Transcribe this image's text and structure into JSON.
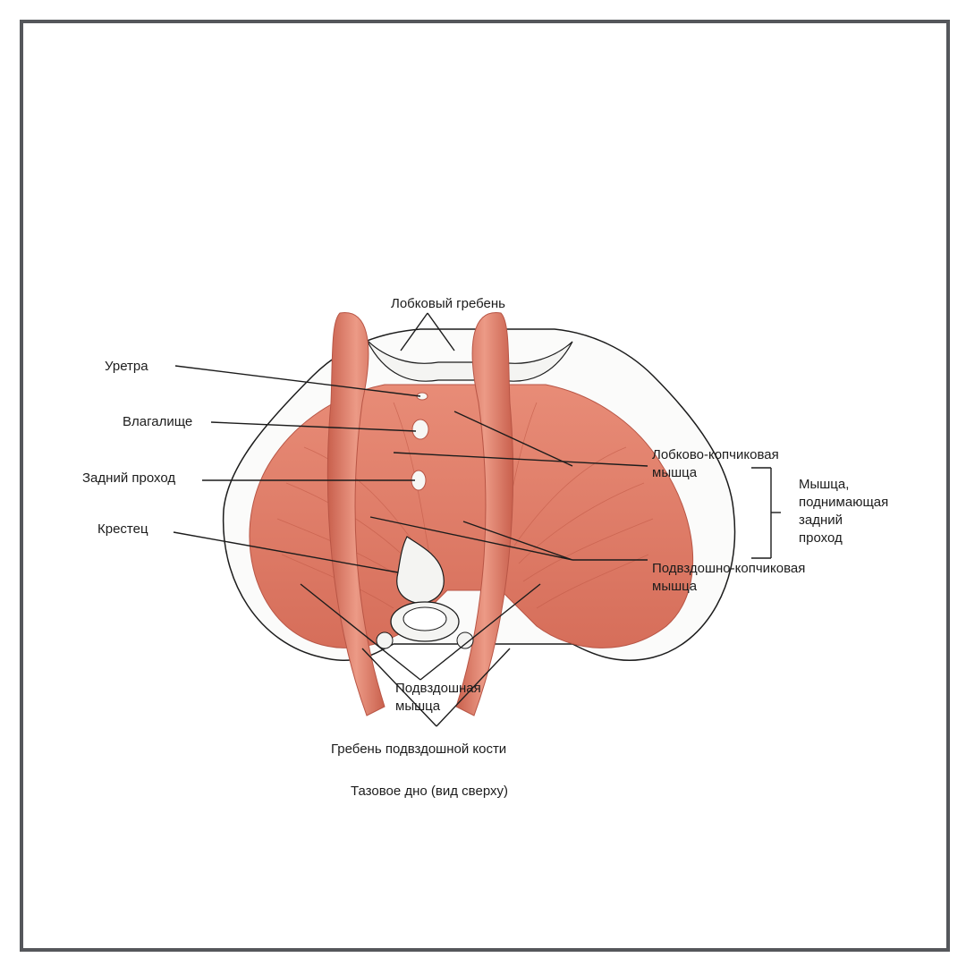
{
  "labels": {
    "pubic_crest": "Лобковый гребень",
    "urethra": "Уретра",
    "vagina": "Влагалище",
    "anus": "Задний проход",
    "sacrum": "Крестец",
    "pubococcygeus": "Лобково-копчиковая\nмышца",
    "levator_ani": "Мышца,\nподнимающая\nзадний\nпроход",
    "iliococcygeus": "Подвздошно-копчиковая\nмышца",
    "iliacus": "Подвздошная\nмышца",
    "iliac_crest": "Гребень подвздошной кости"
  },
  "caption": "Тазовое дно (вид сверху)",
  "colors": {
    "muscle": "#e3806c",
    "muscle_dark": "#c9604d",
    "muscle_light": "#f0a392",
    "bone": "#f7f7f5",
    "outline": "#1c1c1c",
    "frame": "#55575b"
  }
}
